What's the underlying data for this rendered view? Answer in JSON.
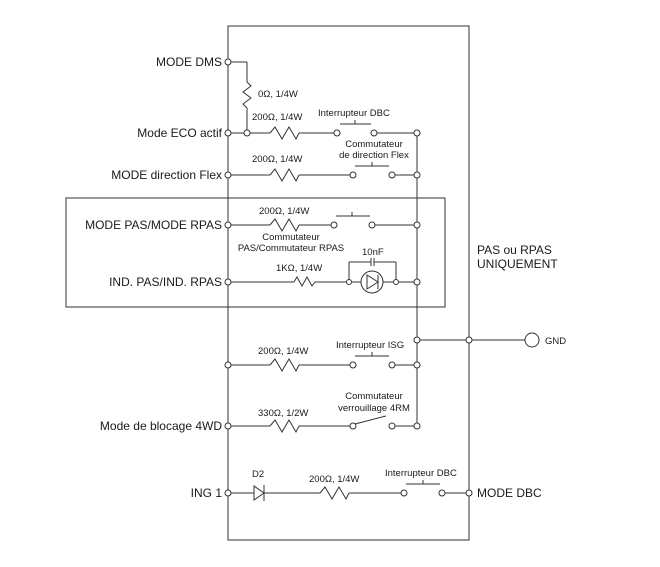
{
  "diagram": {
    "terminals_left": {
      "mode_dms": "MODE DMS",
      "mode_eco": "Mode ECO actif",
      "mode_flex": "MODE direction Flex",
      "mode_pas": "MODE PAS/MODE RPAS",
      "ind_pas": "IND. PAS/IND. RPAS",
      "mode_4wd": "Mode de blocage 4WD",
      "ing1": "ING 1"
    },
    "terminals_right": {
      "gnd": "GND",
      "mode_dbc": "MODE DBC"
    },
    "region_note": [
      "PAS ou RPAS",
      "UNIQUEMENT"
    ],
    "components": {
      "r_dms": "0Ω, 1/4W",
      "r_eco": "200Ω, 1/4W",
      "sw_eco": "Interrupteur DBC",
      "r_flex": "200Ω, 1/4W",
      "sw_flex": [
        "Commutateur",
        "de direction Flex"
      ],
      "r_pas": "200Ω, 1/4W",
      "sw_pas": [
        "Commutateur",
        "PAS/Commutateur RPAS"
      ],
      "r_ind": "1KΩ, 1/4W",
      "cap_ind": "10nF",
      "r_isg": "200Ω, 1/4W",
      "sw_isg": "Interrupteur ISG",
      "r_4wd": "330Ω, 1/2W",
      "sw_4wd": [
        "Commutateur",
        "verrouillage 4RM"
      ],
      "d2": "D2",
      "r_ing": "200Ω, 1/4W",
      "sw_ing": "Interrupteur DBC"
    }
  }
}
